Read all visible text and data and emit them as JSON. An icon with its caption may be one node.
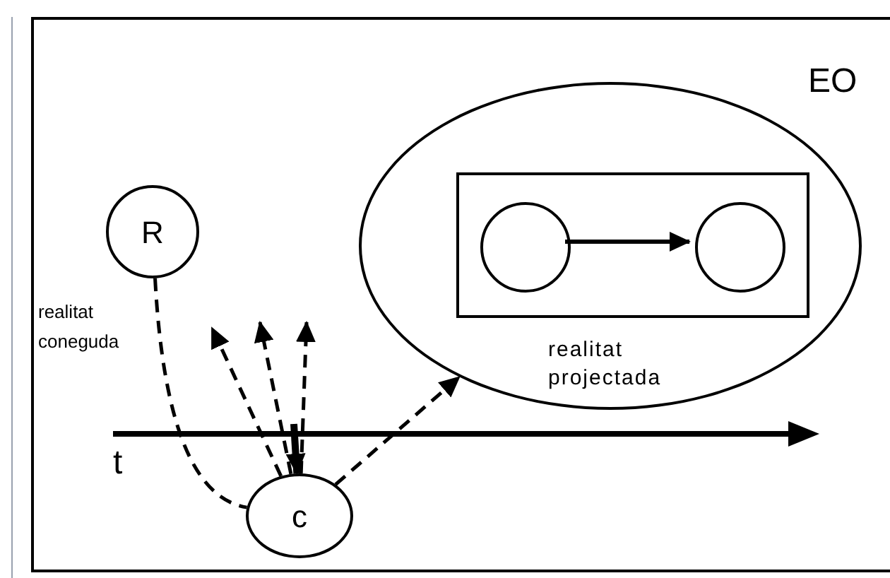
{
  "diagram": {
    "nodes": [
      {
        "text": [
          "R"
        ],
        "beside": [
          "realitat coneguda"
        ]
      },
      {
        "text": [
          "c"
        ]
      },
      {
        "text": [
          "realitat projectada"
        ]
      },
      {
        "text": [],
        "shape": "box",
        "in": 2
      },
      {
        "text": [],
        "shape": "circle",
        "in": 3
      },
      {
        "text": [],
        "shape": "circle",
        "in": 3
      }
    ],
    "edges": [
      {
        "from": 0,
        "to": 1,
        "arrow": "none",
        "style": "dashed"
      },
      {
        "from": 4,
        "to": 5,
        "arrow": "to"
      },
      {
        "from": 1,
        "to": null,
        "arrow": "to",
        "style": "dashed"
      },
      {
        "from": 1,
        "to": null,
        "arrow": "to",
        "style": "dashed"
      },
      {
        "from": 1,
        "to": null,
        "arrow": "to",
        "style": "dashed"
      },
      {
        "from": 1,
        "to": 2,
        "arrow": "to",
        "style": "dashed"
      },
      {
        "from": null,
        "to": 1,
        "arrow": "to",
        "style": "thick"
      }
    ],
    "labels": [
      "EO",
      "t"
    ]
  }
}
